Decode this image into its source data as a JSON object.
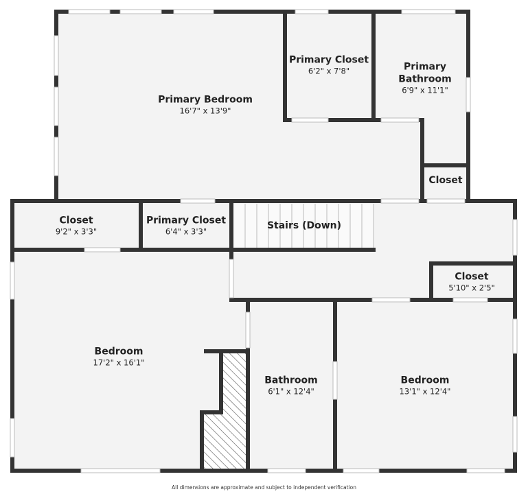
{
  "colors": {
    "wall": "#333333",
    "floor": "#f3f3f3",
    "window": "#ffffff"
  },
  "rooms": [
    {
      "name": "Primary Bedroom",
      "dims": "16'7\" x 13'9\""
    },
    {
      "name": "Primary Closet",
      "dims": "6'2\" x 7'8\""
    },
    {
      "name": "Primary Bathroom",
      "dims": "6'9\" x 11'1\""
    },
    {
      "name": "Closet",
      "dims": ""
    },
    {
      "name": "Closet",
      "dims": "9'2\" x 3'3\""
    },
    {
      "name": "Primary Closet",
      "dims": "6'4\" x 3'3\""
    },
    {
      "name": "Stairs (Down)",
      "dims": ""
    },
    {
      "name": "Closet",
      "dims": "5'10\" x 2'5\""
    },
    {
      "name": "Bedroom",
      "dims": "17'2\" x 16'1\""
    },
    {
      "name": "Bathroom",
      "dims": "6'1\" x 12'4\""
    },
    {
      "name": "Bedroom",
      "dims": "13'1\" x 12'4\""
    }
  ],
  "footer": "All dimensions are approximate and subject to independent verification"
}
